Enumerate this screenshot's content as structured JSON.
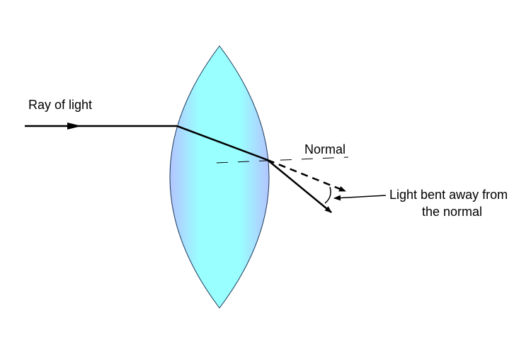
{
  "labels": {
    "ray": "Ray of light",
    "normal": "Normal",
    "bent_line1": "Light bent away from",
    "bent_line2": "the normal"
  },
  "colors": {
    "lens_center": "#99ffff",
    "lens_edge": "#b0c4ff",
    "lens_outline": "#1a3a5a",
    "line": "#000000"
  }
}
